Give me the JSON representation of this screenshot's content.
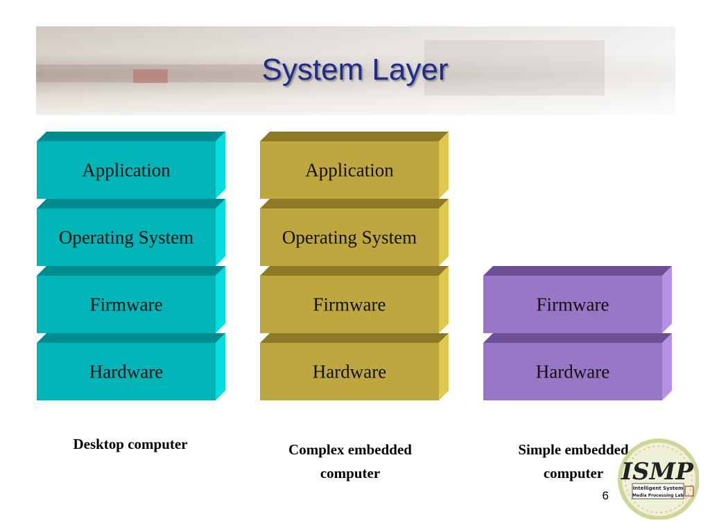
{
  "title": "System Layer",
  "page_number": "6",
  "colors": {
    "desktop": {
      "front": "#00b5b8",
      "top": "#008b8e",
      "side": "#00dede"
    },
    "complex": {
      "front": "#bfa73f",
      "top": "#8e7a26",
      "side": "#e0c84c"
    },
    "simple": {
      "front": "#9a76c6",
      "top": "#6d4f95",
      "side": "#b590e4"
    },
    "title_text": "#1f2b8f"
  },
  "columns": [
    {
      "id": "desktop",
      "caption_lines": [
        "Desktop computer"
      ],
      "layers": [
        "Application",
        "Operating System",
        "Firmware",
        "Hardware"
      ]
    },
    {
      "id": "complex",
      "caption_lines": [
        "Complex embedded",
        "computer"
      ],
      "layers": [
        "Application",
        "Operating System",
        "Firmware",
        "Hardware"
      ]
    },
    {
      "id": "simple",
      "caption_lines": [
        "Simple embedded",
        "computer"
      ],
      "layers": [
        "Firmware",
        "Hardware"
      ]
    }
  ],
  "logo": {
    "text_main": "ISMP",
    "text_sub_1": "Intelligent  System",
    "text_sub_2": "Media  Processing Lab"
  }
}
